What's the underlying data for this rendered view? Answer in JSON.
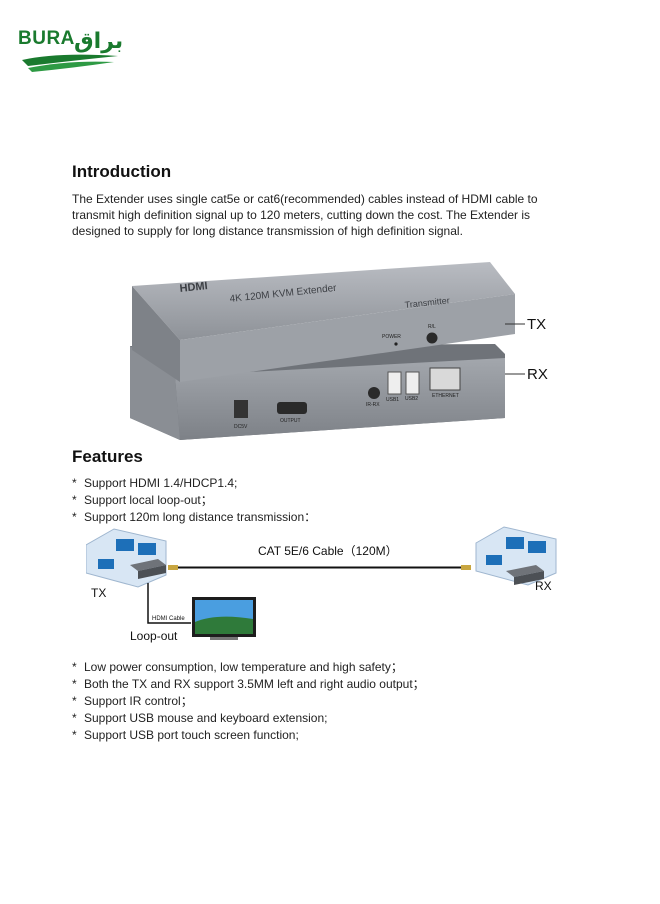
{
  "brand": {
    "latin": "BURA",
    "arabic": "براق"
  },
  "introduction": {
    "title": "Introduction",
    "lines": [
      "The Extender uses single cat5e or cat6(recommended) cables instead of HDMI cable to",
      "transmit high definition signal up to 120 meters, cutting down the cost. The Extender is",
      "designed to supply for long distance transmission of high definition signal."
    ]
  },
  "product": {
    "hdmi_logo": "HDMI",
    "model": "4K 120M KVM Extender",
    "unit": "Transmitter",
    "power_label": "POWER",
    "ir_label": "R/L",
    "tx_label": "TX",
    "rx_label": "RX",
    "ports": [
      "DC5V",
      "OUTPUT",
      "IR-RX",
      "USB1",
      "USB2",
      "ETHERNET"
    ]
  },
  "features": {
    "title": "Features",
    "list_top": [
      "Support HDMI 1.4/HDCP1.4;",
      "Support local loop-out；",
      "Support 120m long distance transmission："
    ],
    "list_bottom": [
      "Low power consumption, low temperature and high safety；",
      "Both the TX and RX support 3.5MM left and right audio output；",
      "Support IR control；",
      "Support USB mouse and keyboard extension;",
      "Support USB port touch screen function;"
    ]
  },
  "diagram": {
    "cable_label": "CAT 5E/6 Cable（120M）",
    "tx_label": "TX",
    "rx_label": "RX",
    "hdmi_cable_label": "HDMI Cable",
    "loop_out_label": "Loop-out"
  }
}
